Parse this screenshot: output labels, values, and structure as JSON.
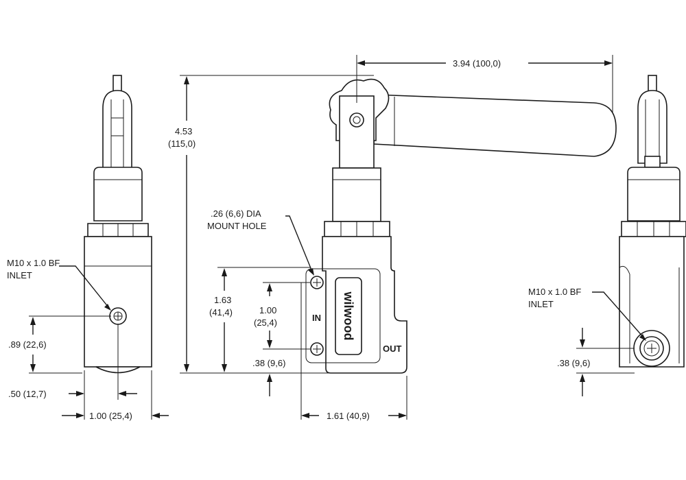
{
  "dimensions": {
    "overall_width": "3.94 (100,0)",
    "overall_height_in": "4.53",
    "overall_height_mm": "(115,0)",
    "mount_hole_line1": ".26 (6,6) DIA",
    "mount_hole_line2": "MOUNT HOLE",
    "hole_offset_in": "1.63",
    "hole_offset_mm": "(41,4)",
    "hole_spacing_in": "1.00",
    "hole_spacing_mm": "(25,4)",
    "base_to_hole_front": ".38 (9,6)",
    "base_to_hole_side": ".38 (9,6)",
    "inlet_height": ".89 (22,6)",
    "inlet_offset": ".50 (12,7)",
    "body_width": "1.00 (25,4)",
    "body_depth": "1.61 (40,9)"
  },
  "callouts": {
    "inlet_left_line1": "M10 x 1.0 BF",
    "inlet_left_line2": "INLET",
    "inlet_right_line1": "M10 x 1.0 BF",
    "inlet_right_line2": "INLET",
    "port_in": "IN",
    "port_out": "OUT"
  },
  "brand": {
    "logo_text": "wilwood"
  }
}
